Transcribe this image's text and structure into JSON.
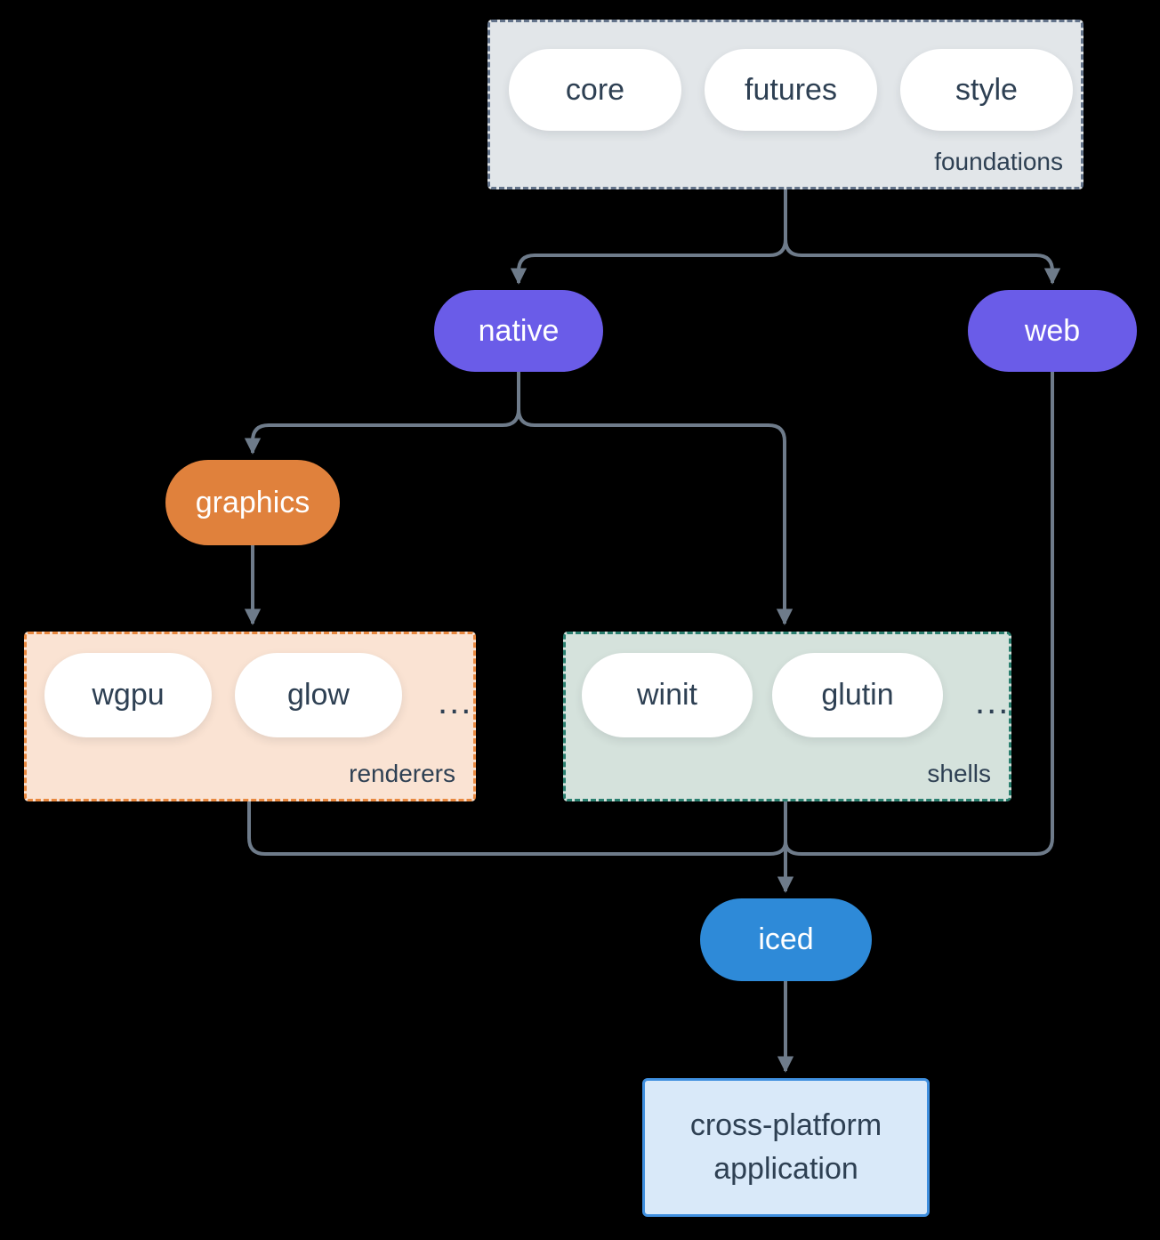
{
  "colors": {
    "bg": "#000000",
    "line": "#6e7b8a",
    "text-dark": "#2e4053",
    "purple": "#6a5ce8",
    "orange": "#e0813c",
    "blue": "#2e8ad8",
    "foundations-bg": "#e2e6e9",
    "foundations-border": "#64748b",
    "renderers-bg": "#fae3d3",
    "renderers-border": "#e8883f",
    "shells-bg": "#d5e2dc",
    "shells-border": "#2a7f6f",
    "app-bg": "#d9e9f9",
    "app-border": "#3f8fdf"
  },
  "groups": {
    "foundations": {
      "label": "foundations",
      "items": [
        "core",
        "futures",
        "style"
      ]
    },
    "renderers": {
      "label": "renderers",
      "items": [
        "wgpu",
        "glow"
      ],
      "ellipsis": "..."
    },
    "shells": {
      "label": "shells",
      "items": [
        "winit",
        "glutin"
      ],
      "ellipsis": "..."
    }
  },
  "nodes": {
    "native": {
      "label": "native"
    },
    "web": {
      "label": "web"
    },
    "graphics": {
      "label": "graphics"
    },
    "iced": {
      "label": "iced"
    },
    "application": {
      "label": "cross-platform application"
    }
  }
}
